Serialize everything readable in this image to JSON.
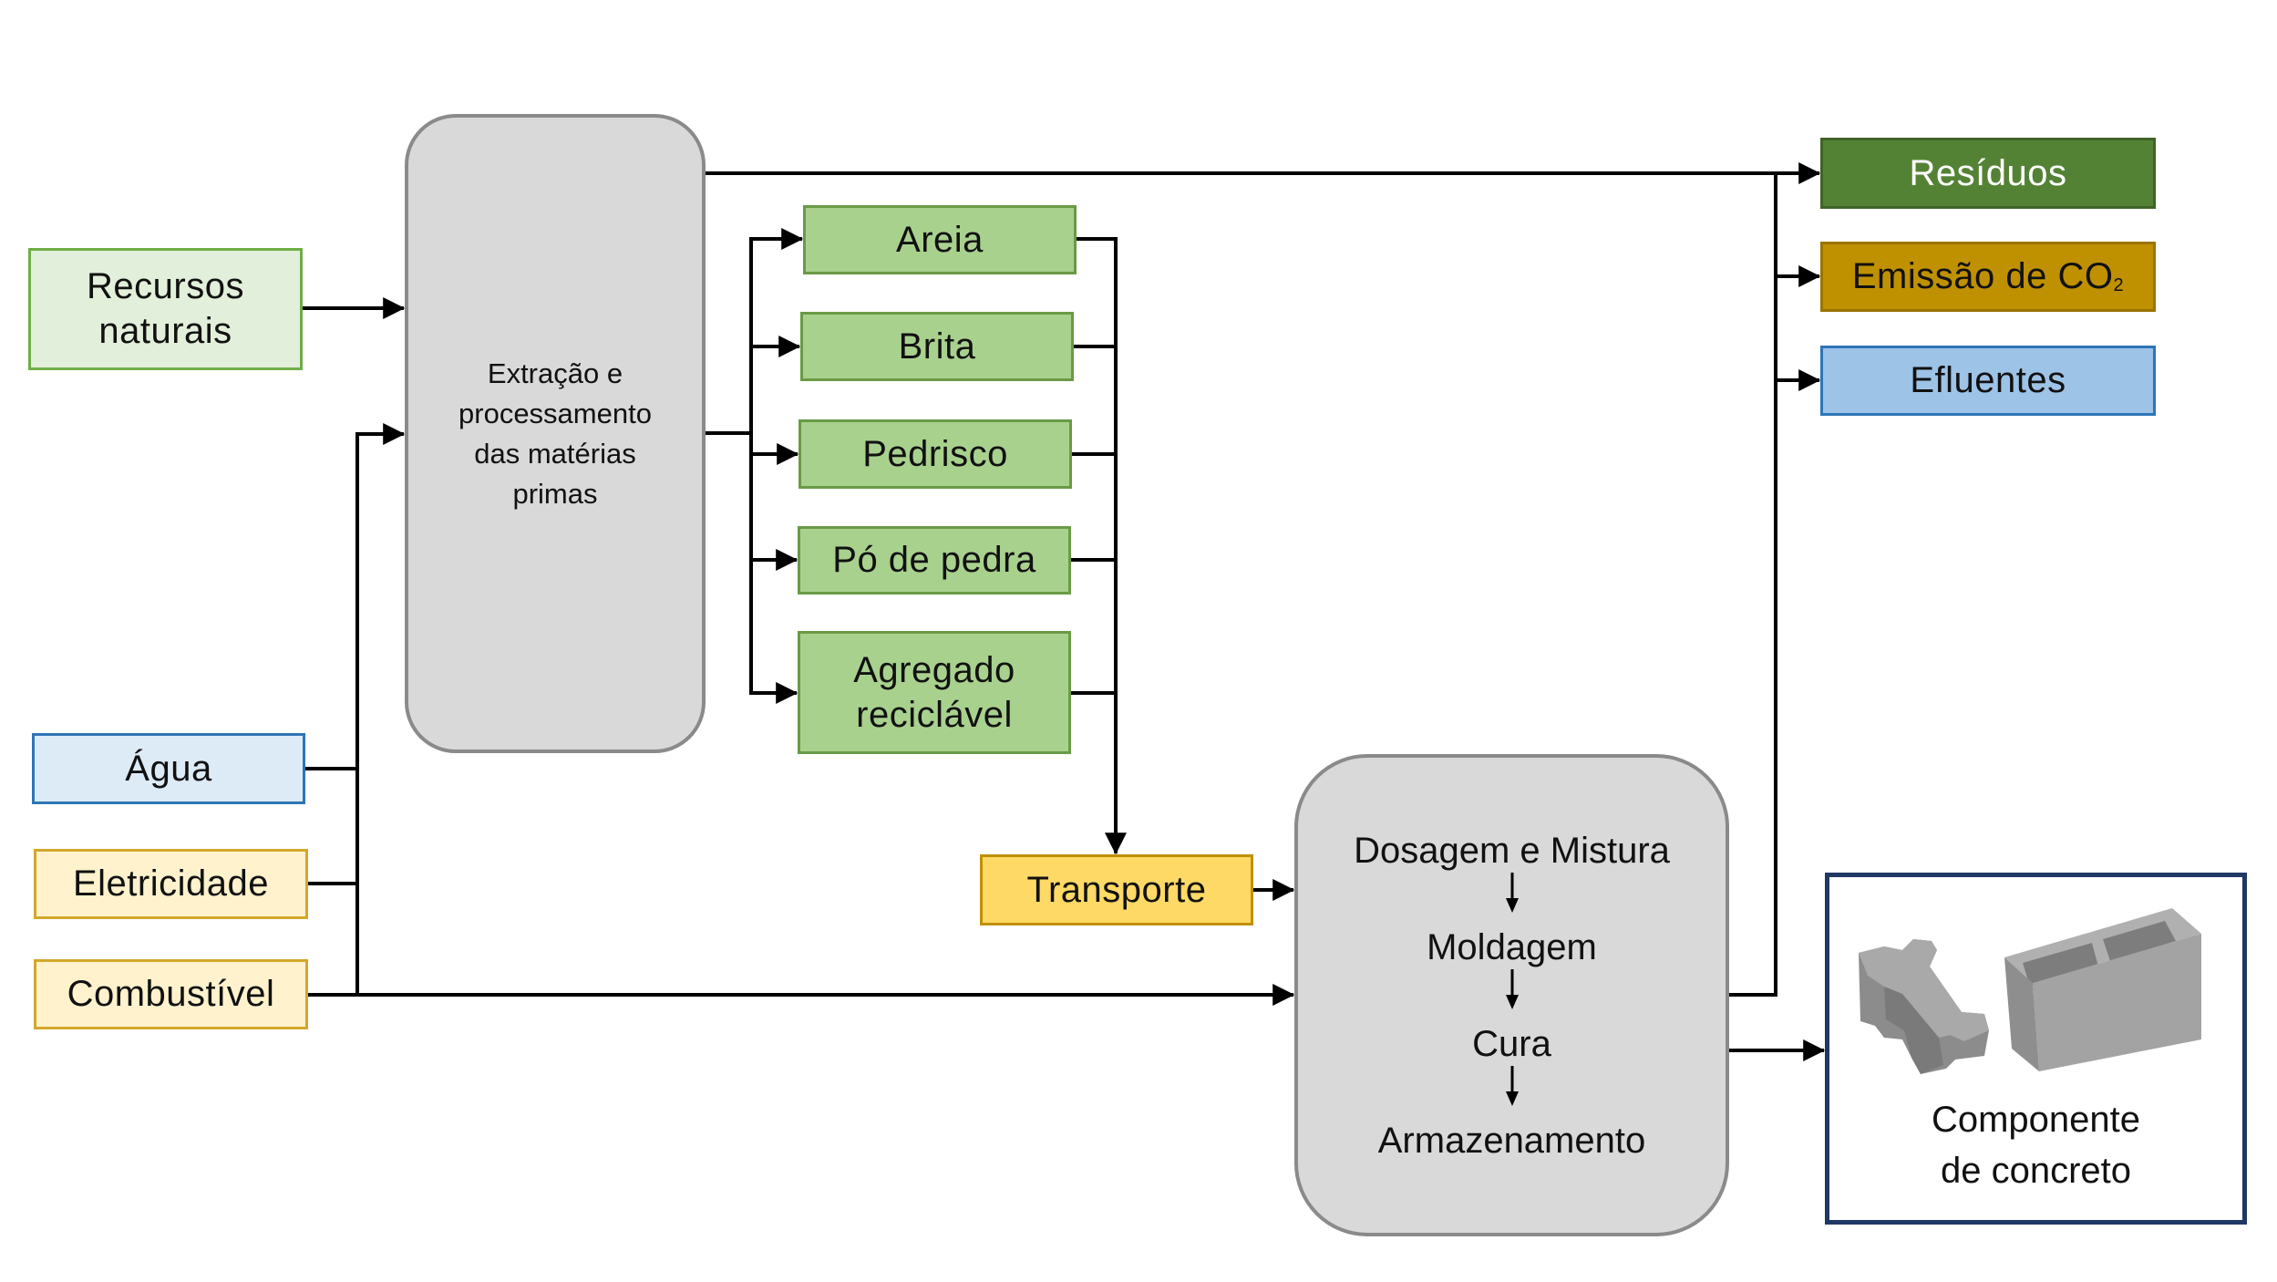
{
  "diagram": {
    "inputs": {
      "natural_resources": "Recursos naturais",
      "water": "Água",
      "electricity": "Eletricidade",
      "fuel": "Combustível"
    },
    "extraction": {
      "lines": [
        "Extração e",
        "processamento",
        "das matérias",
        "primas"
      ]
    },
    "aggregates": [
      {
        "label": "Areia"
      },
      {
        "label": "Brita"
      },
      {
        "label": "Pedrisco"
      },
      {
        "label": "Pó de pedra"
      },
      {
        "label": "Agregado reciclável"
      }
    ],
    "transport": "Transporte",
    "production": {
      "steps": [
        "Dosagem e Mistura",
        "Moldagem",
        "Cura",
        "Armazenamento"
      ]
    },
    "outputs": {
      "waste": "Resíduos",
      "co2_prefix": "Emissão de CO",
      "co2_sub": "2",
      "effluents": "Efluentes"
    },
    "product": {
      "label": "Componente de concreto",
      "images": [
        "paver-block-image",
        "hollow-concrete-block-image"
      ]
    },
    "colors": {
      "green_light_fill": "#e2efda",
      "green_light_border": "#70ad47",
      "green_fill": "#a9d18e",
      "green_border": "#548235",
      "waste_fill": "#548235",
      "co2_fill": "#bf9000",
      "effluent_fill": "#9dc3e6",
      "effluent_border": "#2e75b6",
      "water_fill": "#ddebf7",
      "water_border": "#2e75b6",
      "energy_fill": "#fff2cc",
      "energy_border": "#d4a72c",
      "transport_fill": "#ffd966",
      "transport_border": "#bf9000",
      "process_fill": "#d9d9d9",
      "process_border": "#8a8a8a",
      "product_border": "#1f3864",
      "line": "#000000"
    }
  }
}
